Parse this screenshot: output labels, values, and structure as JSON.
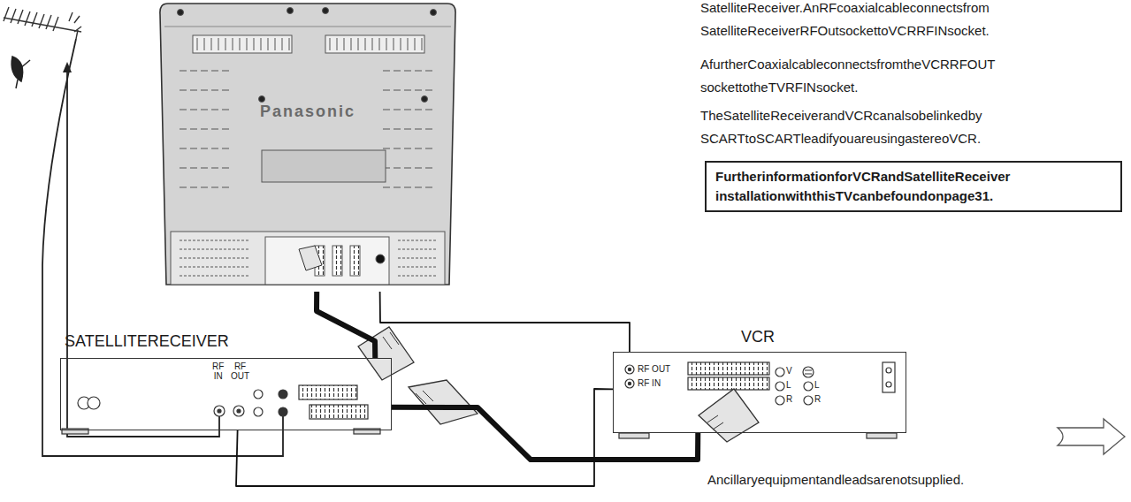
{
  "diagram": {
    "nodes": [
      {
        "text": [
          "Panasonic"
        ]
      },
      {
        "text": [
          "SATELLITERECEIVER",
          "RF IN",
          "RF OUT"
        ]
      },
      {
        "text": [
          "VCR",
          "RF OUT",
          "RF IN",
          "V",
          "L",
          "R",
          "L",
          "R"
        ]
      },
      {
        "text": [
          "FurtherinformationforVCRandSatelliteReceiver installationwiththisTVcanbefoundonpage31."
        ]
      }
    ],
    "edges": [
      {
        "from": 0,
        "to": 1,
        "arrow": "none"
      },
      {
        "from": 1,
        "to": 2,
        "arrow": "none"
      },
      {
        "from": 1,
        "to": 2,
        "arrow": "none"
      },
      {
        "from": 2,
        "to": 0,
        "arrow": "none"
      }
    ],
    "labels": [
      "SatelliteReceiver.AnRFcoaxialcableconnectsfrom SatelliteReceiverRFOutsockettoVCRRFINsocket.",
      "AfurtherCoaxialcableconnectsfromtheVCRRFOUT sockettotheTVRFINsocket.",
      "TheSatelliteReceiverandVCRcanalsobelinkedby SCARTtoSCARTleadifyouareusingastereoVCR.",
      "Ancillaryequipmentandleadsarenotsupplied."
    ]
  }
}
